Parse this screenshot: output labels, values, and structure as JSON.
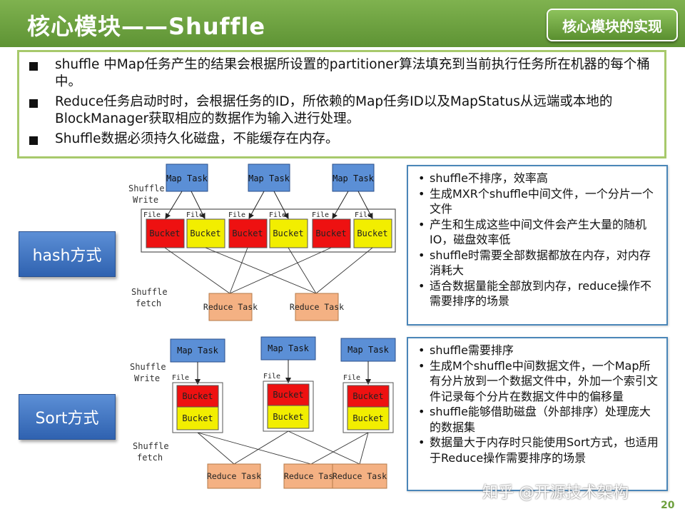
{
  "slide": {
    "title": "核心模块——Shuffle",
    "section_badge": "核心模块的实现",
    "page_number": "20",
    "watermark": "知乎 @开源技术架构"
  },
  "intro_bullets": [
    "shuffle 中Map任务产生的结果会根据所设置的partitioner算法填充到当前执行任务所在机器的每个桶中。",
    "Reduce任务启动时时，会根据任务的ID，所依赖的Map任务ID以及MapStatus从远端或本地的BlockManager获取相应的数据作为输入进行处理。",
    "Shuffle数据必须持久化磁盘，不能缓存在内存。"
  ],
  "hash": {
    "label": "hash方式",
    "diagram": {
      "write_label": "Shuffle Write",
      "fetch_label": "Shuffle fetch",
      "map_tasks": [
        "Map Task",
        "Map Task",
        "Map Task"
      ],
      "file_label": "File",
      "bucket_label": "Bucket",
      "reduce_tasks": [
        "Reduce Task",
        "Reduce Task"
      ]
    },
    "notes": [
      "shuffle不排序，效率高",
      "生成MXR个shuffle中间文件，一个分片一个文件",
      " 产生和生成这些中间文件会产生大量的随机IO，磁盘效率低",
      "shuffle时需要全部数据都放在内存，对内存消耗大",
      "适合数据量能全部放到内存，reduce操作不需要排序的场景"
    ]
  },
  "sort": {
    "label": "Sort方式",
    "diagram": {
      "write_label": "Shuffle Write",
      "fetch_label": "Shuffle fetch",
      "map_tasks": [
        "Map Task",
        "Map Task",
        "Map Task"
      ],
      "file_label": "File",
      "bucket_label": "Bucket",
      "reduce_tasks": [
        "Reduce Task",
        "Reduce Task",
        "Reduce Task"
      ]
    },
    "notes": [
      "shuffle需要排序",
      "生成M个shuffle中间数据文件，一个Map所有分片放到一个数据文件中，外加一个索引文件记录每个分片在数据文件中的偏移量",
      "shuffle能够借助磁盘（外部排序）处理庞大的数据集",
      "数据量大于内存时只能使用Sort方式，也适用于Reduce操作需要排序的场景"
    ]
  },
  "colors": {
    "header_green": "#6ea03d",
    "map_task": "#5b8fd6",
    "bucket_red": "#ee1111",
    "bucket_yellow": "#f2ee00",
    "reduce_task": "#f4b183",
    "note_border": "#4a86b8"
  }
}
